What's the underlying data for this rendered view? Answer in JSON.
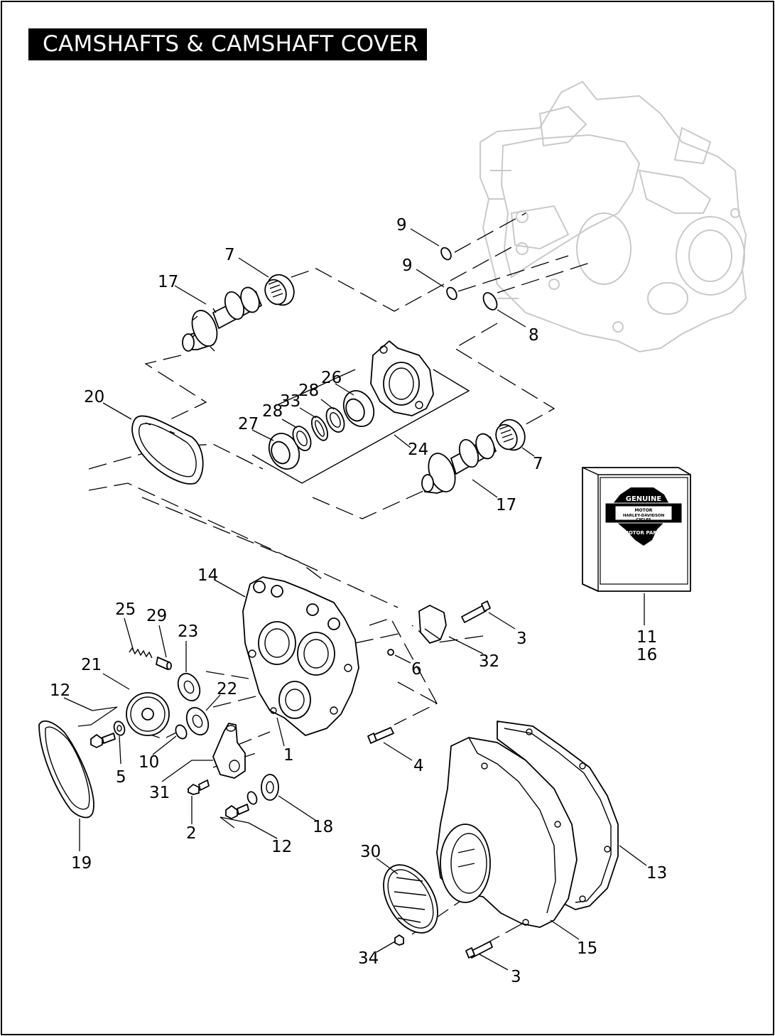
{
  "title": "CAMSHAFTS & CAMSHAFT COVER",
  "callouts": {
    "c9a": "9",
    "c9b": "9",
    "c7a": "7",
    "c17a": "17",
    "c8": "8",
    "c26": "26",
    "c28a": "28",
    "c33": "33",
    "c28b": "28",
    "c27": "27",
    "c20": "20",
    "c24": "24",
    "c7b": "7",
    "c17b": "17",
    "c11": "11",
    "c16": "16",
    "c14": "14",
    "c25": "25",
    "c29": "29",
    "c23": "23",
    "c21": "21",
    "c22": "22",
    "c12a": "12",
    "c3a": "3",
    "c32": "32",
    "c6": "6",
    "c10": "10",
    "c5": "5",
    "c1": "1",
    "c31": "31",
    "c4": "4",
    "c2": "2",
    "c18": "18",
    "c12b": "12",
    "c19": "19",
    "c30": "30",
    "c13": "13",
    "c15": "15",
    "c34": "34",
    "c3b": "3"
  },
  "logo": {
    "line1": "GENUINE",
    "line2": "MOTOR",
    "line3": "HARLEY-DAVIDSON",
    "line4": "CYCLES",
    "line5": "MOTOR PARTS"
  }
}
